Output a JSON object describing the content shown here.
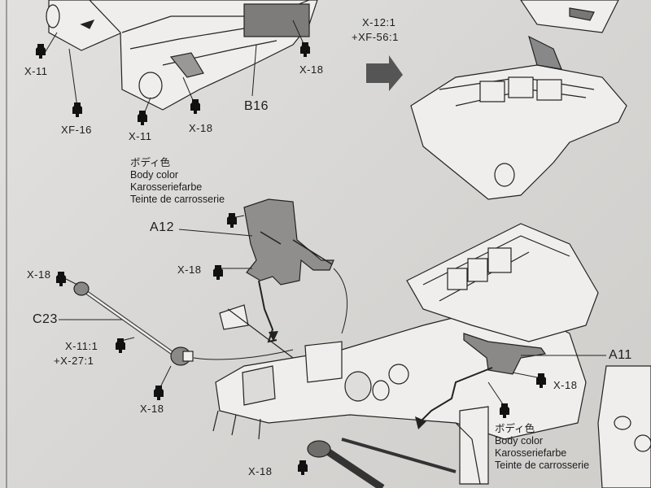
{
  "callouts": {
    "x11_top": "X-11",
    "xf16": "XF-16",
    "x11_mid": "X-11",
    "x18_top_left": "X-18",
    "x18_top_center": "X-18",
    "x12_mix": "X-12:1",
    "xf56_mix": "+XF-56:1",
    "b16": "B16",
    "a12": "A12",
    "x18_a12": "X-18",
    "x18_rod_top": "X-18",
    "c23": "C23",
    "x11_mix": "X-11:1",
    "x27_mix": "+X-27:1",
    "x18_rod_bottom": "X-18",
    "a11": "A11",
    "x18_a11": "X-18",
    "x18_bottom": "X-18"
  },
  "body_color_note_1": {
    "jp": "ボディ色",
    "en": "Body color",
    "de": "Karosseriefarbe",
    "fr": "Teinte de carrosserie"
  },
  "body_color_note_2": {
    "jp": "ボディ色",
    "en": "Body color",
    "de": "Karosseriefarbe",
    "fr": "Teinte de carrosserie"
  },
  "colors": {
    "paper": "#dcdbd9",
    "line": "#2a2a2a",
    "part_gray": "#8f8e8c"
  }
}
